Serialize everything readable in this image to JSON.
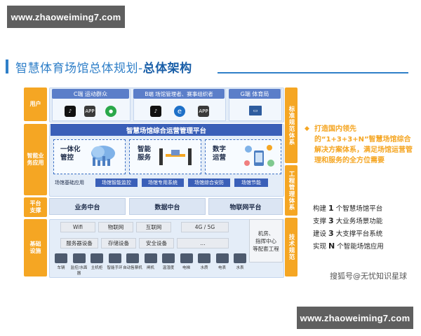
{
  "watermarks": {
    "top": "www.zhaoweiming7.com",
    "bottom": "www.zhaoweiming7.com"
  },
  "title": {
    "main": "智慧体育场馆总体规划-",
    "bold": "总体架构"
  },
  "left_labels": [
    "用户",
    "智能业务应用",
    "平台支撑",
    "基础设施"
  ],
  "right_labels": [
    "标准规范体系",
    "工程管理体系",
    "技术规范"
  ],
  "users": {
    "c": {
      "header": "C端 运动群众",
      "icons": [
        "tiktok-icon",
        "app-icon",
        "wechat-icon"
      ]
    },
    "b": {
      "header": "B端 场馆管理者、赛事组织者",
      "icons": [
        "tiktok-icon",
        "ie-icon",
        "app-icon"
      ]
    },
    "g": {
      "header": "G端 体育局",
      "icons": [
        "pc-icon"
      ]
    },
    "app_label": "APP"
  },
  "apps": {
    "platform_title": "智慧场馆综合运营管理平台",
    "boxes": [
      "一体化\n管控",
      "智能\n服务",
      "数字\n运营"
    ],
    "base_label": "场馆基础应用",
    "tags": [
      "场馆智能监控",
      "场馆专用系统",
      "场馆综合安防",
      "场馆节能"
    ]
  },
  "platform": [
    "业务中台",
    "数据中台",
    "物联网平台"
  ],
  "infra": {
    "row1": [
      "Wifi",
      "物联网",
      "互联网",
      "4G / 5G"
    ],
    "row2": [
      "服务器设备",
      "存储设备",
      "安全设备",
      "..."
    ],
    "room": "机房、\n指挥中心\n等配套工程",
    "devices": [
      "车辆",
      "监控/水面器",
      "主机柜",
      "智能手环",
      "自动售票机",
      "闸机",
      "温湿度",
      "电梯",
      "水质",
      "电表",
      "水表"
    ]
  },
  "bullet": "打造国内领先的“1+3+3+N”智慧场馆综合解决方案体系，满足场馆运营管理和服务的全方位需要",
  "statements": [
    {
      "pre": "构建",
      "num": "1",
      "post": "个智慧场馆平台"
    },
    {
      "pre": "支撑",
      "num": "3",
      "post": "大业务场景功能"
    },
    {
      "pre": "建设",
      "num": "3",
      "post": "大支撑平台系统"
    },
    {
      "pre": "实现",
      "num": "N",
      "post": "个智能场馆应用"
    }
  ],
  "source": "搜狐号@无忧知识星球",
  "colors": {
    "orange": "#f5a623",
    "blue": "#3a5fb8",
    "title_blue": "#2f7fc8"
  }
}
